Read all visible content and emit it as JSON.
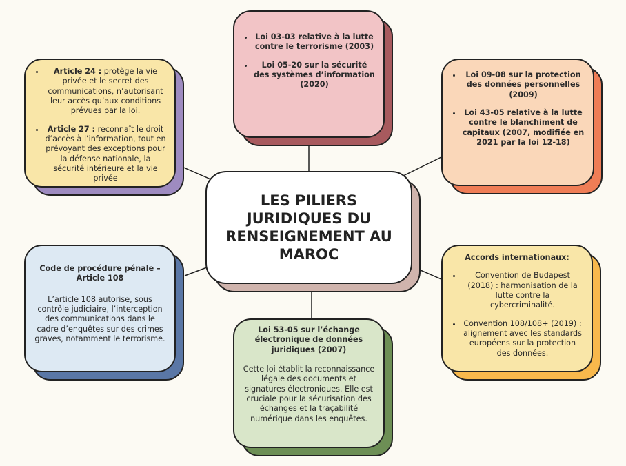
{
  "center": {
    "title": "LES PILIERS JURIDIQUES DU RENSEIGNEMENT AU MAROC"
  },
  "top": {
    "items": [
      "Loi 03-03 relative à la lutte contre le terrorisme (2003)",
      "Loi 05-20 sur la sécurité des systèmes d’information (2020)"
    ]
  },
  "top_left": {
    "items": [
      {
        "label": "Article 24 :",
        "text": " protège la vie privée et le secret des communications, n’autorisant leur accès qu’aux conditions prévues par la loi."
      },
      {
        "label": "Article 27 :",
        "text": " reconnaît le droit d’accès à l’information, tout en prévoyant des exceptions pour la défense nationale, la sécurité intérieure et la vie privée"
      }
    ]
  },
  "top_right": {
    "items": [
      "Loi 09-08 sur la protection des données personnelles (2009)",
      "Loi 43-05 relative à la lutte contre le blanchiment de capitaux (2007, modifiée en 2021 par la loi 12-18)"
    ]
  },
  "bottom_left": {
    "title": "Code de procédure pénale – Article 108",
    "text": "L’article 108 autorise, sous contrôle judiciaire, l’interception des communications dans le cadre d’enquêtes sur des crimes graves, notamment le terrorisme."
  },
  "bottom": {
    "title": "Loi 53-05 sur l’échange électronique de données juridiques (2007)",
    "text": "Cette loi établit la reconnaissance légale des documents et signatures électroniques. Elle est cruciale pour la sécurisation des échanges et la traçabilité numérique dans les enquêtes."
  },
  "bottom_right": {
    "title": "Accords internationaux:",
    "items": [
      "Convention de Budapest (2018) : harmonisation de la lutte contre la cybercriminalité.",
      "Convention 108/108+ (2019) : alignement avec les standards européens sur la protection des données."
    ]
  },
  "colors": {
    "pink": "#f2c4c6",
    "yellow": "#f9e6a8",
    "peach": "#fad7b9",
    "blue": "#dde9f3",
    "green": "#d9e6c9"
  }
}
